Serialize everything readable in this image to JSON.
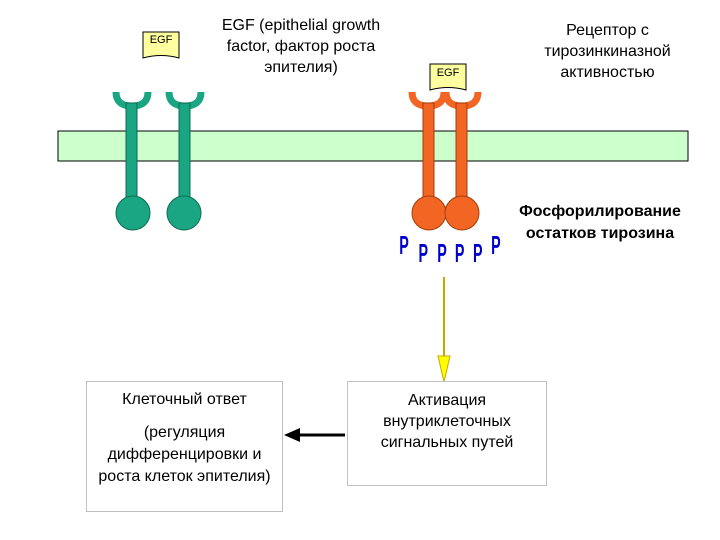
{
  "labels": {
    "egf_tag_left": "EGF",
    "egf_tag_right": "EGF",
    "egf_title": "EGF (epithelial growth factor, фактор роста эпителия)",
    "receptor": "Рецептор с тирозинкиназной активностью",
    "phosphorylation": "Фосфорилирование остатков тирозина",
    "phospho_letter": "P",
    "cell_response_title": "Клеточный ответ",
    "cell_response_detail": "(регуляция дифференцировки и роста клеток эпителия)",
    "activation": "Активация внутриклеточных сигнальных путей"
  },
  "colors": {
    "membrane": "#ccffcc",
    "inactive_receptor": "#1aa683",
    "active_receptor": "#f26522",
    "egf_ligand": "#ffffa0",
    "phospho": "#0000cc",
    "down_arrow": "#ffff00"
  }
}
